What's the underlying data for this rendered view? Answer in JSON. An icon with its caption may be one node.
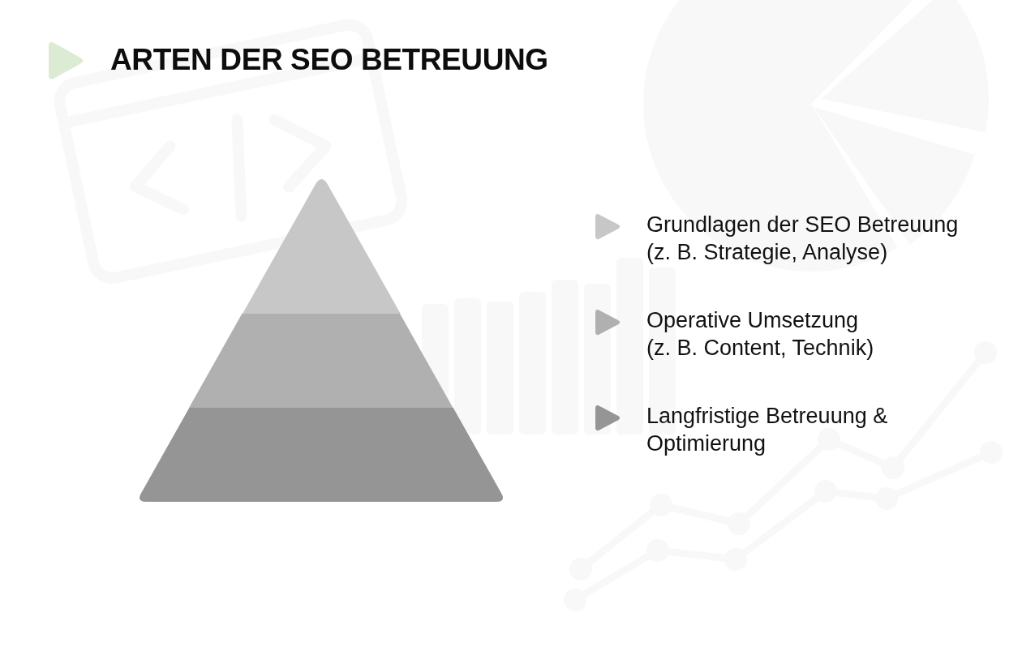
{
  "diagram": {
    "title": "ARTEN DER SEO BETREUUNG",
    "nodes": [
      {
        "text": [],
        "shape": "triangle"
      },
      {
        "text": [],
        "shape": "trapezoid"
      },
      {
        "text": [],
        "shape": "trapezoid"
      }
    ],
    "legend": [
      {
        "text": "Grundlagen der SEO Betreuung (z. B. Strategie, Analyse)",
        "color": "#c8c7c8"
      },
      {
        "text": "Operative Umsetzung (z. B. Content, Technik)",
        "color": "#b0b0b0"
      },
      {
        "text": "Langfristige Betreuung & Optimierung",
        "color": "#959595"
      }
    ]
  }
}
